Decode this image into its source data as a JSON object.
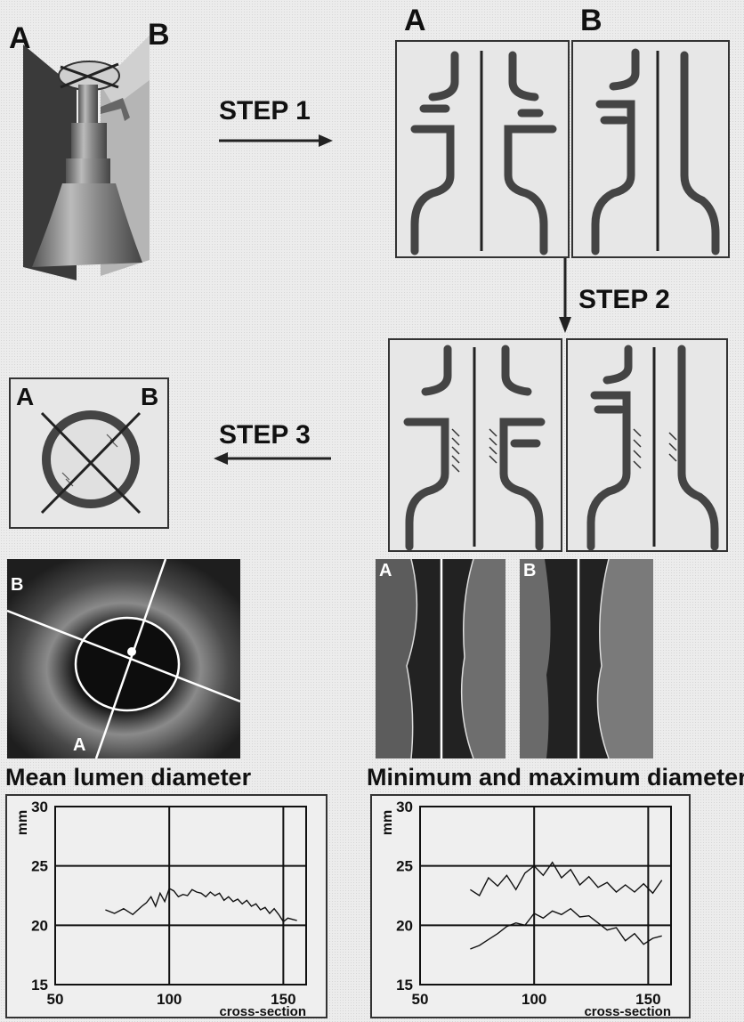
{
  "labels": {
    "a": "A",
    "b": "B"
  },
  "steps": {
    "step1": "STEP 1",
    "step2": "STEP 2",
    "step3": "STEP 3"
  },
  "charts": {
    "mean": {
      "title": "Mean lumen diameter"
    },
    "minmax": {
      "title": "Minimum and maximum diameter"
    }
  },
  "chart_data": [
    {
      "type": "line",
      "title": "Mean lumen diameter",
      "ylabel": "mm",
      "xlabel": "cross-section",
      "xlim": [
        50,
        160
      ],
      "ylim": [
        15,
        30
      ],
      "x_ticks": [
        "50",
        "100",
        "150"
      ],
      "y_ticks": [
        "30",
        "25",
        "20",
        "15"
      ],
      "grid": true,
      "series": [
        {
          "x": [
            72,
            76,
            80,
            84,
            88,
            90,
            92,
            94,
            96,
            98,
            100,
            102,
            104,
            106,
            108,
            110,
            112,
            114,
            116,
            118,
            120,
            122,
            124,
            126,
            128,
            130,
            132,
            134,
            136,
            138,
            140,
            142,
            144,
            146,
            148,
            150,
            152,
            154,
            156
          ],
          "y": [
            21.3,
            21.0,
            21.4,
            20.9,
            21.6,
            21.9,
            22.4,
            21.6,
            22.7,
            22.0,
            23.1,
            22.9,
            22.4,
            22.6,
            22.5,
            23.0,
            22.8,
            22.7,
            22.4,
            22.8,
            22.5,
            22.7,
            22.1,
            22.4,
            22.0,
            22.2,
            21.8,
            22.1,
            21.6,
            21.8,
            21.3,
            21.5,
            21.0,
            21.4,
            20.9,
            20.3,
            20.6,
            20.5,
            20.4
          ]
        }
      ]
    },
    {
      "type": "line",
      "title": "Minimum and maximum diameter",
      "ylabel": "mm",
      "xlabel": "cross-section",
      "xlim": [
        50,
        160
      ],
      "ylim": [
        15,
        30
      ],
      "x_ticks": [
        "50",
        "100",
        "150"
      ],
      "y_ticks": [
        "30",
        "25",
        "20",
        "15"
      ],
      "grid": true,
      "series": [
        {
          "x": [
            72,
            76,
            80,
            84,
            88,
            92,
            96,
            100,
            104,
            108,
            112,
            116,
            120,
            124,
            128,
            132,
            136,
            140,
            144,
            148,
            152,
            156
          ],
          "y": [
            23.0,
            22.5,
            24.0,
            23.3,
            24.2,
            23.0,
            24.4,
            25.0,
            24.2,
            25.3,
            24.0,
            24.7,
            23.4,
            24.1,
            23.2,
            23.6,
            22.8,
            23.4,
            22.8,
            23.5,
            22.7,
            23.8
          ]
        },
        {
          "x": [
            72,
            76,
            80,
            84,
            88,
            92,
            96,
            100,
            104,
            108,
            112,
            116,
            120,
            124,
            128,
            132,
            136,
            140,
            144,
            148,
            152,
            156
          ],
          "y": [
            18.0,
            18.3,
            18.8,
            19.3,
            19.9,
            20.2,
            20.0,
            21.0,
            20.6,
            21.2,
            20.9,
            21.4,
            20.7,
            20.8,
            20.2,
            19.6,
            19.8,
            18.7,
            19.3,
            18.4,
            18.9,
            19.1
          ]
        }
      ]
    }
  ]
}
